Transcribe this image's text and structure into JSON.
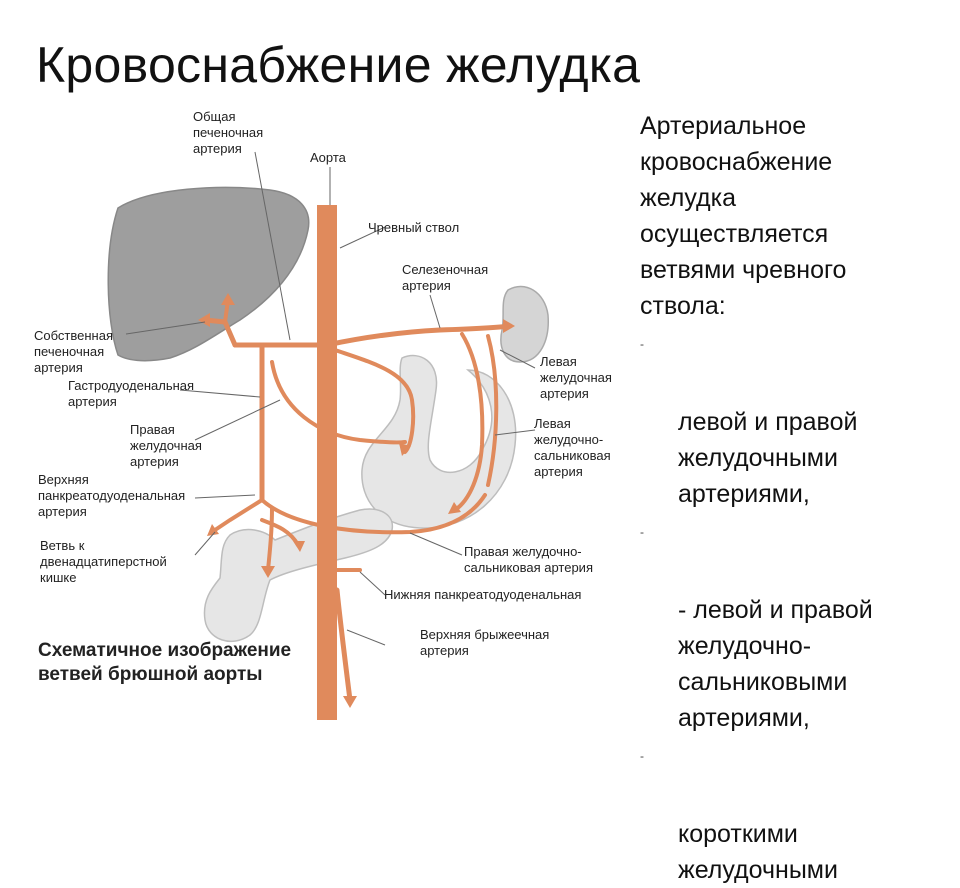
{
  "title": "Кровоснабжение желудка",
  "description": {
    "intro": "Артериальное\nкровоснабжение\nжелудка\nосуществляется\nветвями чревного\nствола:",
    "bullets": [
      {
        "marker": "-",
        "text": "левой и правой\nжелудочными\nартериями,"
      },
      {
        "marker": "-",
        "text": "- левой и правой\nжелудочно-\nсальниковыми\nартериями,"
      },
      {
        "marker": "-",
        "text": "короткими\nжелудочными"
      }
    ]
  },
  "diagram": {
    "labels": {
      "common_hepatic": [
        "Общая",
        "печеночная",
        "артерия"
      ],
      "aorta": "Аорта",
      "celiac_trunk": "Чревный ствол",
      "splenic": [
        "Селезеночная",
        "артерия"
      ],
      "proper_hepatic": [
        "Собственная",
        "печеночная",
        "артерия"
      ],
      "gastroduodenal": [
        "Гастродуоденальная",
        "артерия"
      ],
      "left_gastric": [
        "Левая",
        "желудочная",
        "артерия"
      ],
      "right_gastric": [
        "Правая",
        "желудочная",
        "артерия"
      ],
      "left_gastroepiploic": [
        "Левая",
        "желудочно-",
        "сальниковая",
        "артерия"
      ],
      "sup_pancreaticoduodenal": [
        "Верхняя",
        "панкреатодуоденальная",
        "артерия"
      ],
      "duodenal_branch": [
        "Ветвь к",
        "двенадцатиперстной",
        "кишке"
      ],
      "right_gastroepiploic": [
        "Правая желудочно-",
        "сальниковая артерия"
      ],
      "inf_pancreaticoduodenal": "Нижняя панкреатодуоденальная",
      "sup_mesenteric": [
        "Верхняя брыжеечная",
        "артерия"
      ]
    },
    "caption": [
      "Схематичное изображение",
      "ветвей брюшной аорты"
    ],
    "colors": {
      "artery": "#e08a5c",
      "liver": "#9e9e9e",
      "organ": "#e6e6e6",
      "outline": "#bdbdbd"
    }
  }
}
